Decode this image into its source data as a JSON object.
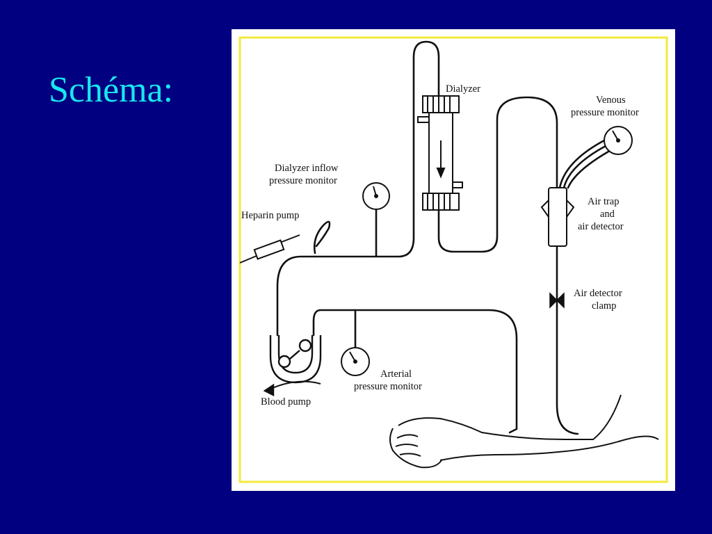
{
  "slide": {
    "title": "Schéma:",
    "colors": {
      "background": "#000080",
      "title": "#19e6f0",
      "frame": "#f2ea3a"
    }
  },
  "diagram": {
    "labels": {
      "dialyzer": "Dialyzer",
      "venous_1": "Venous",
      "venous_2": "pressure monitor",
      "inflow_1": "Dialyzer inflow",
      "inflow_2": "pressure monitor",
      "heparin": "Heparin pump",
      "airtrap_1": "Air trap",
      "airtrap_2": "and",
      "airtrap_3": "air detector",
      "clamp_1": "Air detector",
      "clamp_2": "clamp",
      "arterial_1": "Arterial",
      "arterial_2": "pressure monitor",
      "blood_pump": "Blood pump"
    }
  }
}
